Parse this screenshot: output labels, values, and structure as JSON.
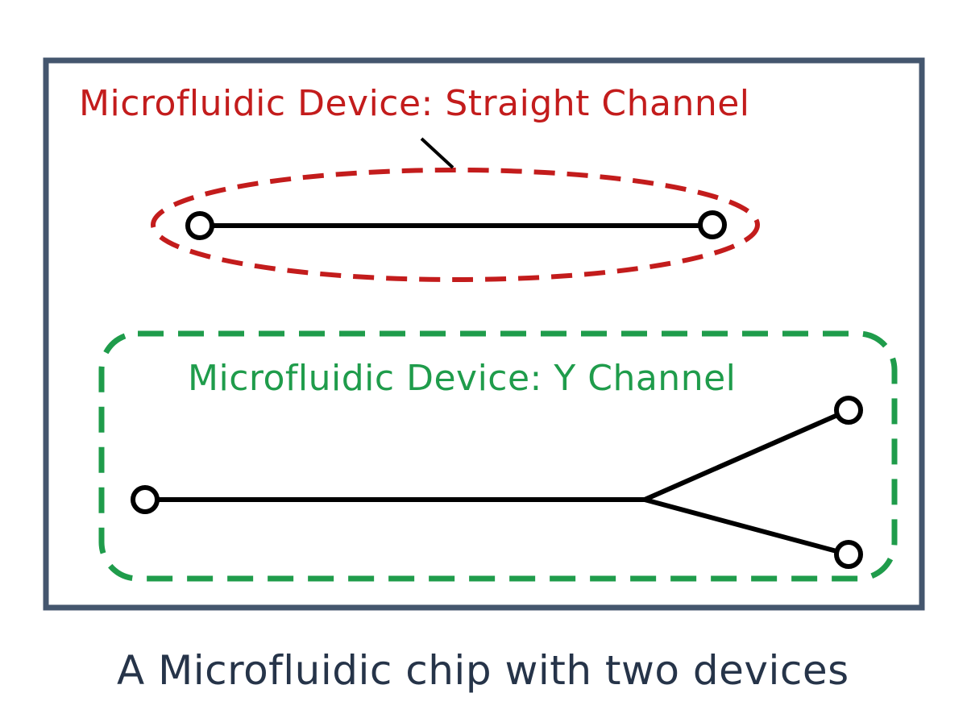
{
  "colors": {
    "chip_border": "#44566e",
    "straight_device": "#c31c1c",
    "y_device": "#1f9c4b",
    "channel": "#000000",
    "port_fill": "#ffffff",
    "caption_text": "#263449"
  },
  "devices": {
    "straight": {
      "label": "Microfluidic Device:  Straight Channel",
      "outline_style": "dashed ellipse",
      "ports": 2
    },
    "y": {
      "label": "Microfluidic Device: Y Channel",
      "outline_style": "dashed rounded rectangle",
      "ports": 3
    }
  },
  "caption": "A Microfluidic chip with two devices"
}
